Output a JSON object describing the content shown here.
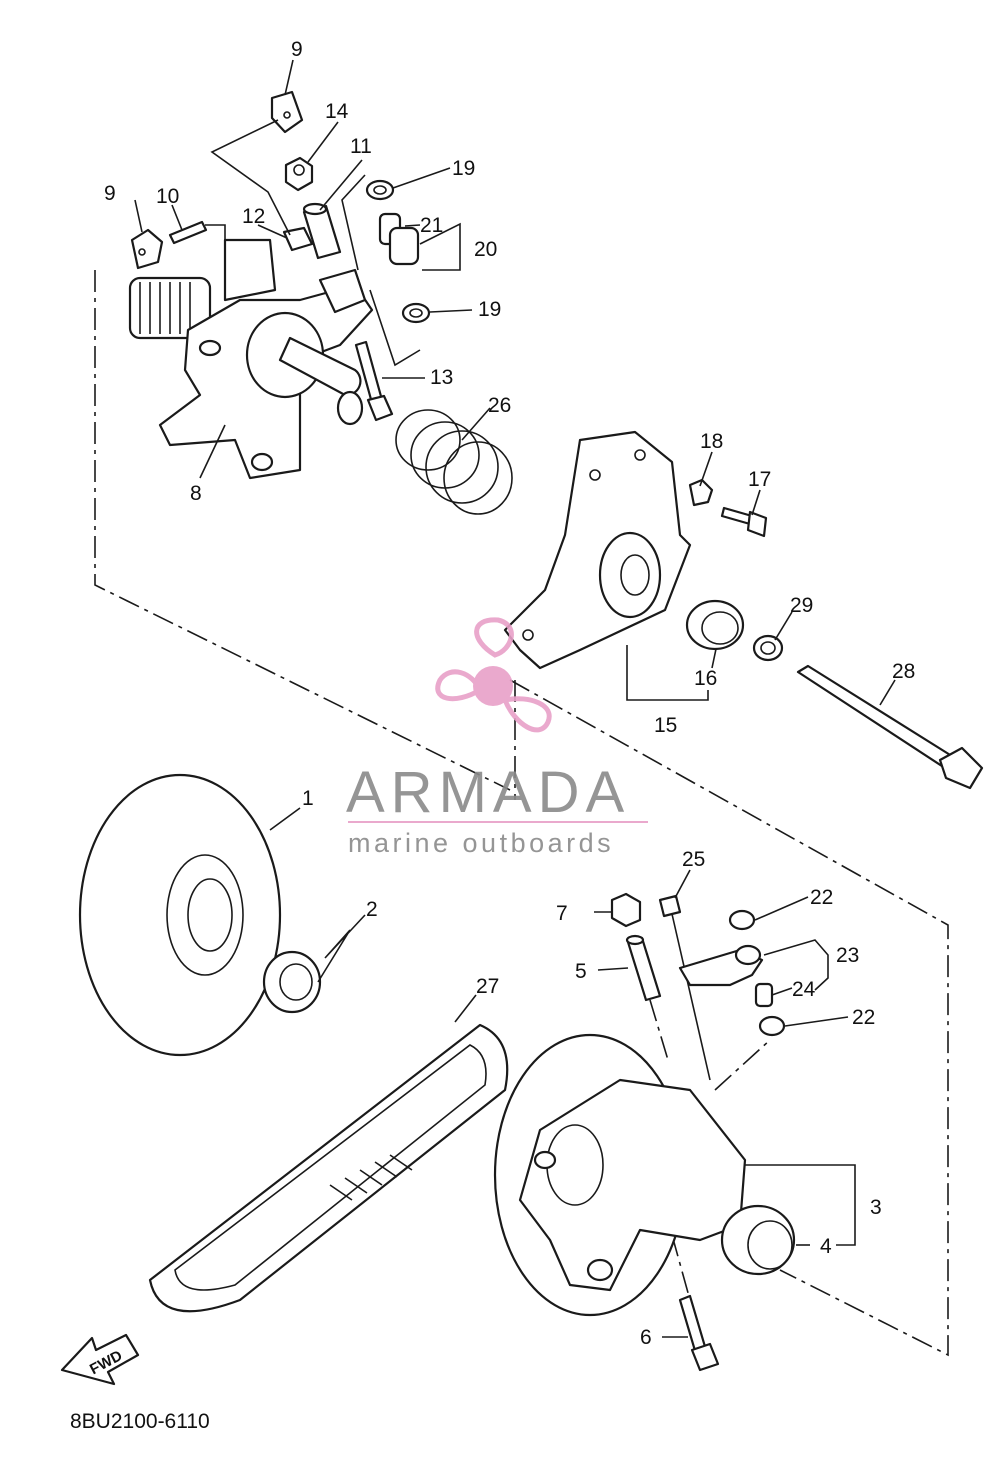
{
  "diagram": {
    "code": "8BU2100-6110",
    "fwd_label": "FWD",
    "callouts": [
      {
        "id": "c1",
        "label": "1"
      },
      {
        "id": "c2",
        "label": "2"
      },
      {
        "id": "c3",
        "label": "3"
      },
      {
        "id": "c4",
        "label": "4"
      },
      {
        "id": "c5",
        "label": "5"
      },
      {
        "id": "c6",
        "label": "6"
      },
      {
        "id": "c7",
        "label": "7"
      },
      {
        "id": "c8",
        "label": "8"
      },
      {
        "id": "c9a",
        "label": "9"
      },
      {
        "id": "c9b",
        "label": "9"
      },
      {
        "id": "c10",
        "label": "10"
      },
      {
        "id": "c11",
        "label": "11"
      },
      {
        "id": "c12",
        "label": "12"
      },
      {
        "id": "c13",
        "label": "13"
      },
      {
        "id": "c14",
        "label": "14"
      },
      {
        "id": "c15",
        "label": "15"
      },
      {
        "id": "c16",
        "label": "16"
      },
      {
        "id": "c17",
        "label": "17"
      },
      {
        "id": "c18",
        "label": "18"
      },
      {
        "id": "c19a",
        "label": "19"
      },
      {
        "id": "c19b",
        "label": "19"
      },
      {
        "id": "c20",
        "label": "20"
      },
      {
        "id": "c21",
        "label": "21"
      },
      {
        "id": "c22a",
        "label": "22"
      },
      {
        "id": "c22b",
        "label": "22"
      },
      {
        "id": "c23",
        "label": "23"
      },
      {
        "id": "c24",
        "label": "24"
      },
      {
        "id": "c25",
        "label": "25"
      },
      {
        "id": "c26",
        "label": "26"
      },
      {
        "id": "c27",
        "label": "27"
      },
      {
        "id": "c28",
        "label": "28"
      },
      {
        "id": "c29",
        "label": "29"
      }
    ]
  },
  "watermark": {
    "title": "ARMADA",
    "subtitle": "marine outboards",
    "logo_icon": "propeller-logo-icon",
    "color_pink": "#e8a0c8",
    "color_gray": "#8a8a8a"
  }
}
